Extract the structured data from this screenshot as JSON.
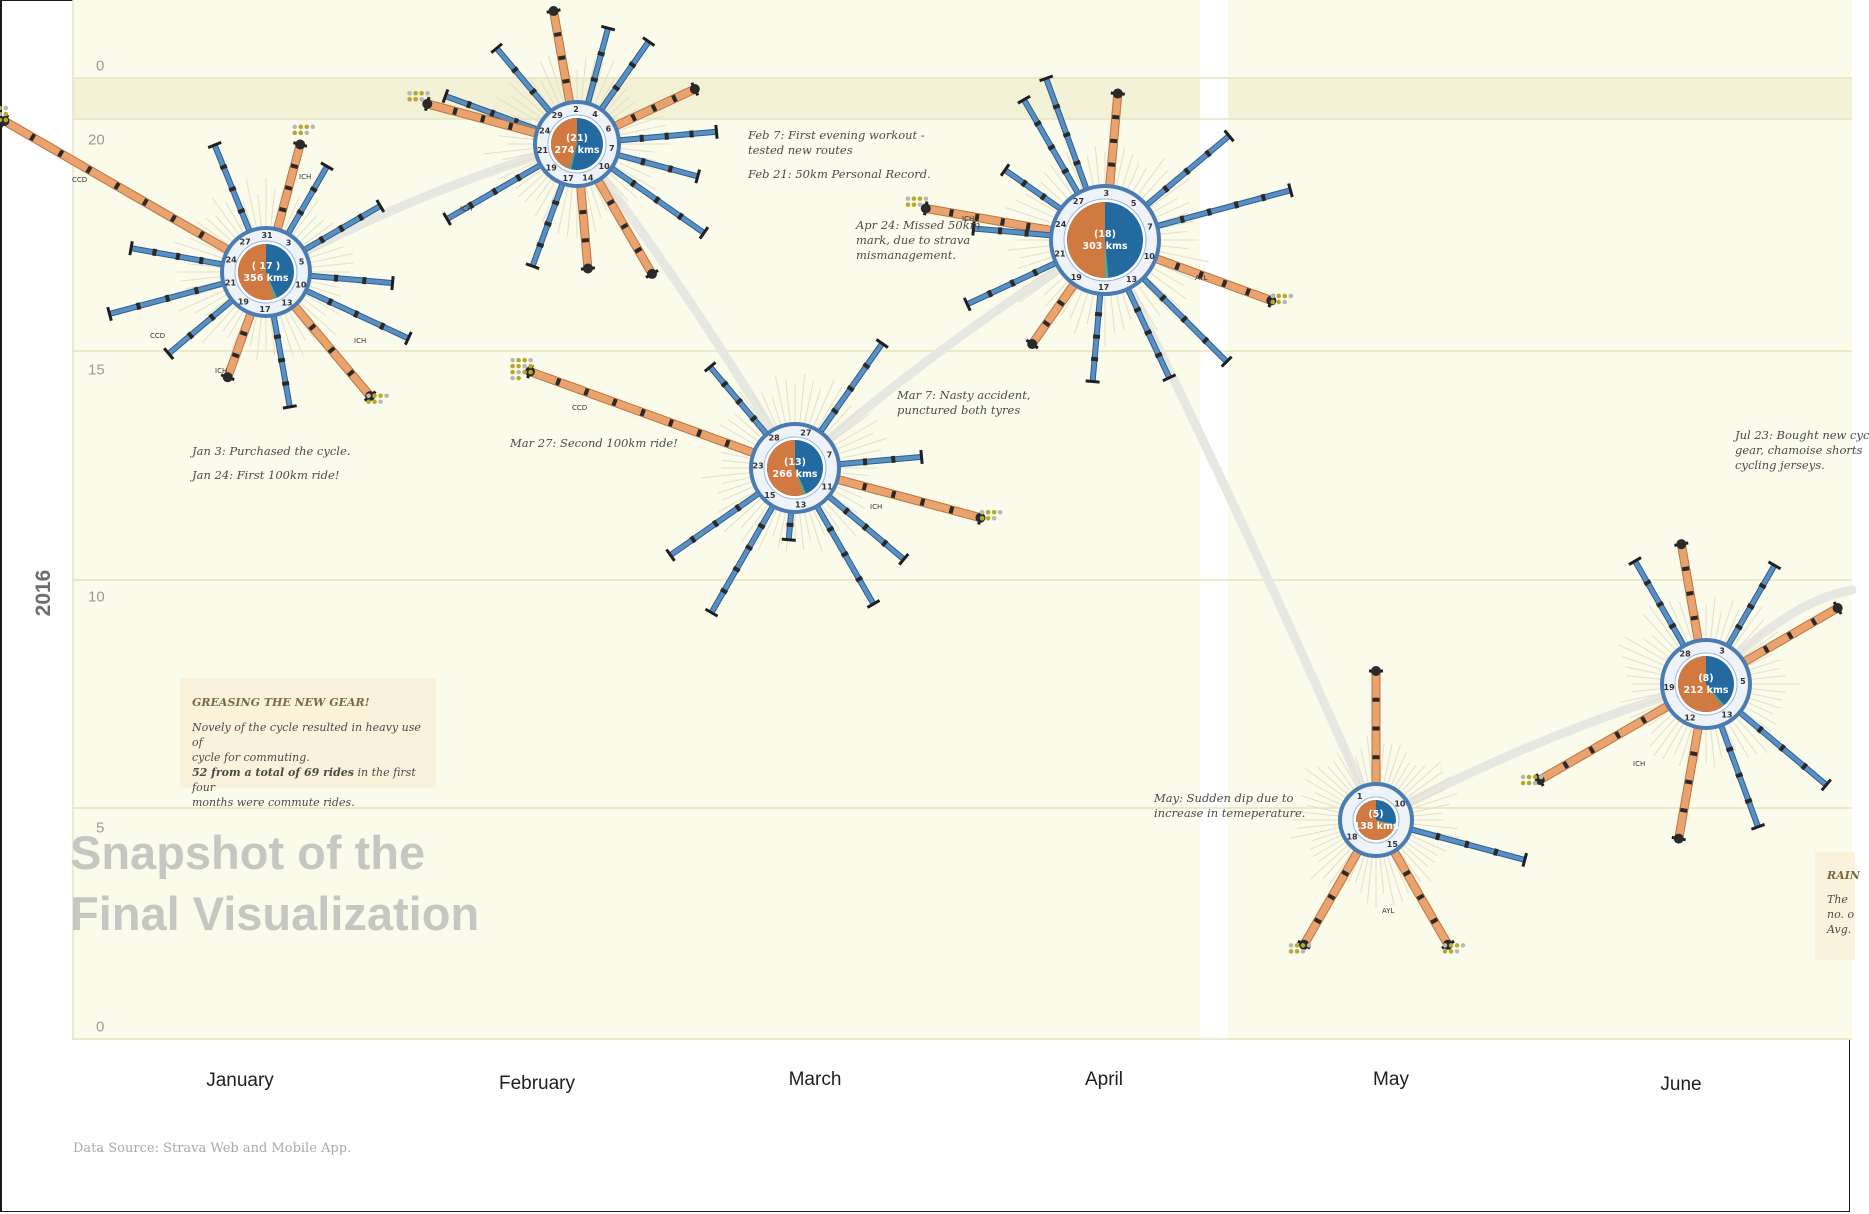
{
  "chart_data": {
    "type": "radial-timeline",
    "year_label": "2016",
    "y_ticks": [
      "0",
      "20",
      "15",
      "10",
      "5",
      "0"
    ],
    "months": [
      "January",
      "February",
      "March",
      "April",
      "May",
      "June"
    ],
    "y_range": [
      0,
      20
    ],
    "hubs": [
      {
        "month": "January",
        "value": 17,
        "rides_label": "( 17 )",
        "kms_label": "356 kms",
        "day_labels": [
          "27",
          "31",
          "3",
          "5",
          "10",
          "13",
          "17",
          "19",
          "21",
          "24"
        ],
        "commute_share": 0.55
      },
      {
        "month": "February",
        "value": 21,
        "rides_label": "(21)",
        "kms_label": "274 kms",
        "day_labels": [
          "29",
          "2",
          "4",
          "6",
          "7",
          "10",
          "14",
          "17",
          "19",
          "21",
          "24"
        ],
        "commute_share": 0.45
      },
      {
        "month": "March",
        "value": 13,
        "rides_label": "(13)",
        "kms_label": "266 kms",
        "day_labels": [
          "28",
          "27",
          "7",
          "11",
          "13",
          "15",
          "23"
        ],
        "commute_share": 0.55
      },
      {
        "month": "April",
        "value": 18,
        "rides_label": "(18)",
        "kms_label": "303 kms",
        "day_labels": [
          "27",
          "3",
          "5",
          "7",
          "10",
          "13",
          "17",
          "19",
          "21",
          "24"
        ],
        "commute_share": 0.5
      },
      {
        "month": "May",
        "value": 5,
        "rides_label": "(5)",
        "kms_label": "138 kms",
        "day_labels": [
          "1",
          "10",
          "15",
          "18"
        ],
        "commute_share": 0.7
      },
      {
        "month": "June",
        "value": 8,
        "rides_label": "(8)",
        "kms_label": "212 kms",
        "day_labels": [
          "28",
          "3",
          "5",
          "13",
          "12",
          "19"
        ],
        "commute_share": 0.6
      }
    ],
    "spoke_labels": [
      "CCD",
      "ICH",
      "AYL"
    ],
    "colors": {
      "background": "#fbfbec",
      "band": "#f3f1d6",
      "commute": "#e8a36e",
      "ride": "#5a8fc4",
      "hub_blue": "#226aa0",
      "hub_orange": "#d07a42",
      "hub_ring": "#4a7bb3",
      "link": "#e8e8e2",
      "grid": "#e5e4c0"
    }
  },
  "annotations": {
    "jan_a": "Jan 3: Purchased the cycle.",
    "jan_b": "Jan 24: First 100km ride!",
    "feb_a1": "Feb 7: First evening workout -",
    "feb_a2": "tested new routes",
    "feb_b": "Feb 21: 50km Personal Record.",
    "apr_a1": "Apr 24: Missed 50km",
    "apr_a2": "mark, due to strava",
    "apr_a3": "mismanagement.",
    "mar_a1": "Mar 7: Nasty accident,",
    "mar_a2": "punctured both tyres",
    "mar_b": "Mar 27: Second 100km ride!",
    "may_a1": "May: Sudden dip due to",
    "may_a2": "increase in temeperature.",
    "jul_a1": "Jul 23: Bought new cyc",
    "jul_a2": "gear, chamoise shorts",
    "jul_a3": "cycling jerseys."
  },
  "note": {
    "title": "GREASING THE NEW GEAR!",
    "line1": "Novely of the cycle resulted in heavy use of",
    "line2": "cycle for commuting.",
    "bold1": "52 from a total of  69 rides",
    "rest1": " in the first four",
    "line4": "months were commute rides."
  },
  "rain_note": {
    "title": "RAIN",
    "line1": "The",
    "line2": "no. o",
    "line3": "Avg."
  },
  "title_line1": "Snapshot of the",
  "title_line2": "Final Visualization",
  "source": "Data Source: Strava Web and Mobile App."
}
